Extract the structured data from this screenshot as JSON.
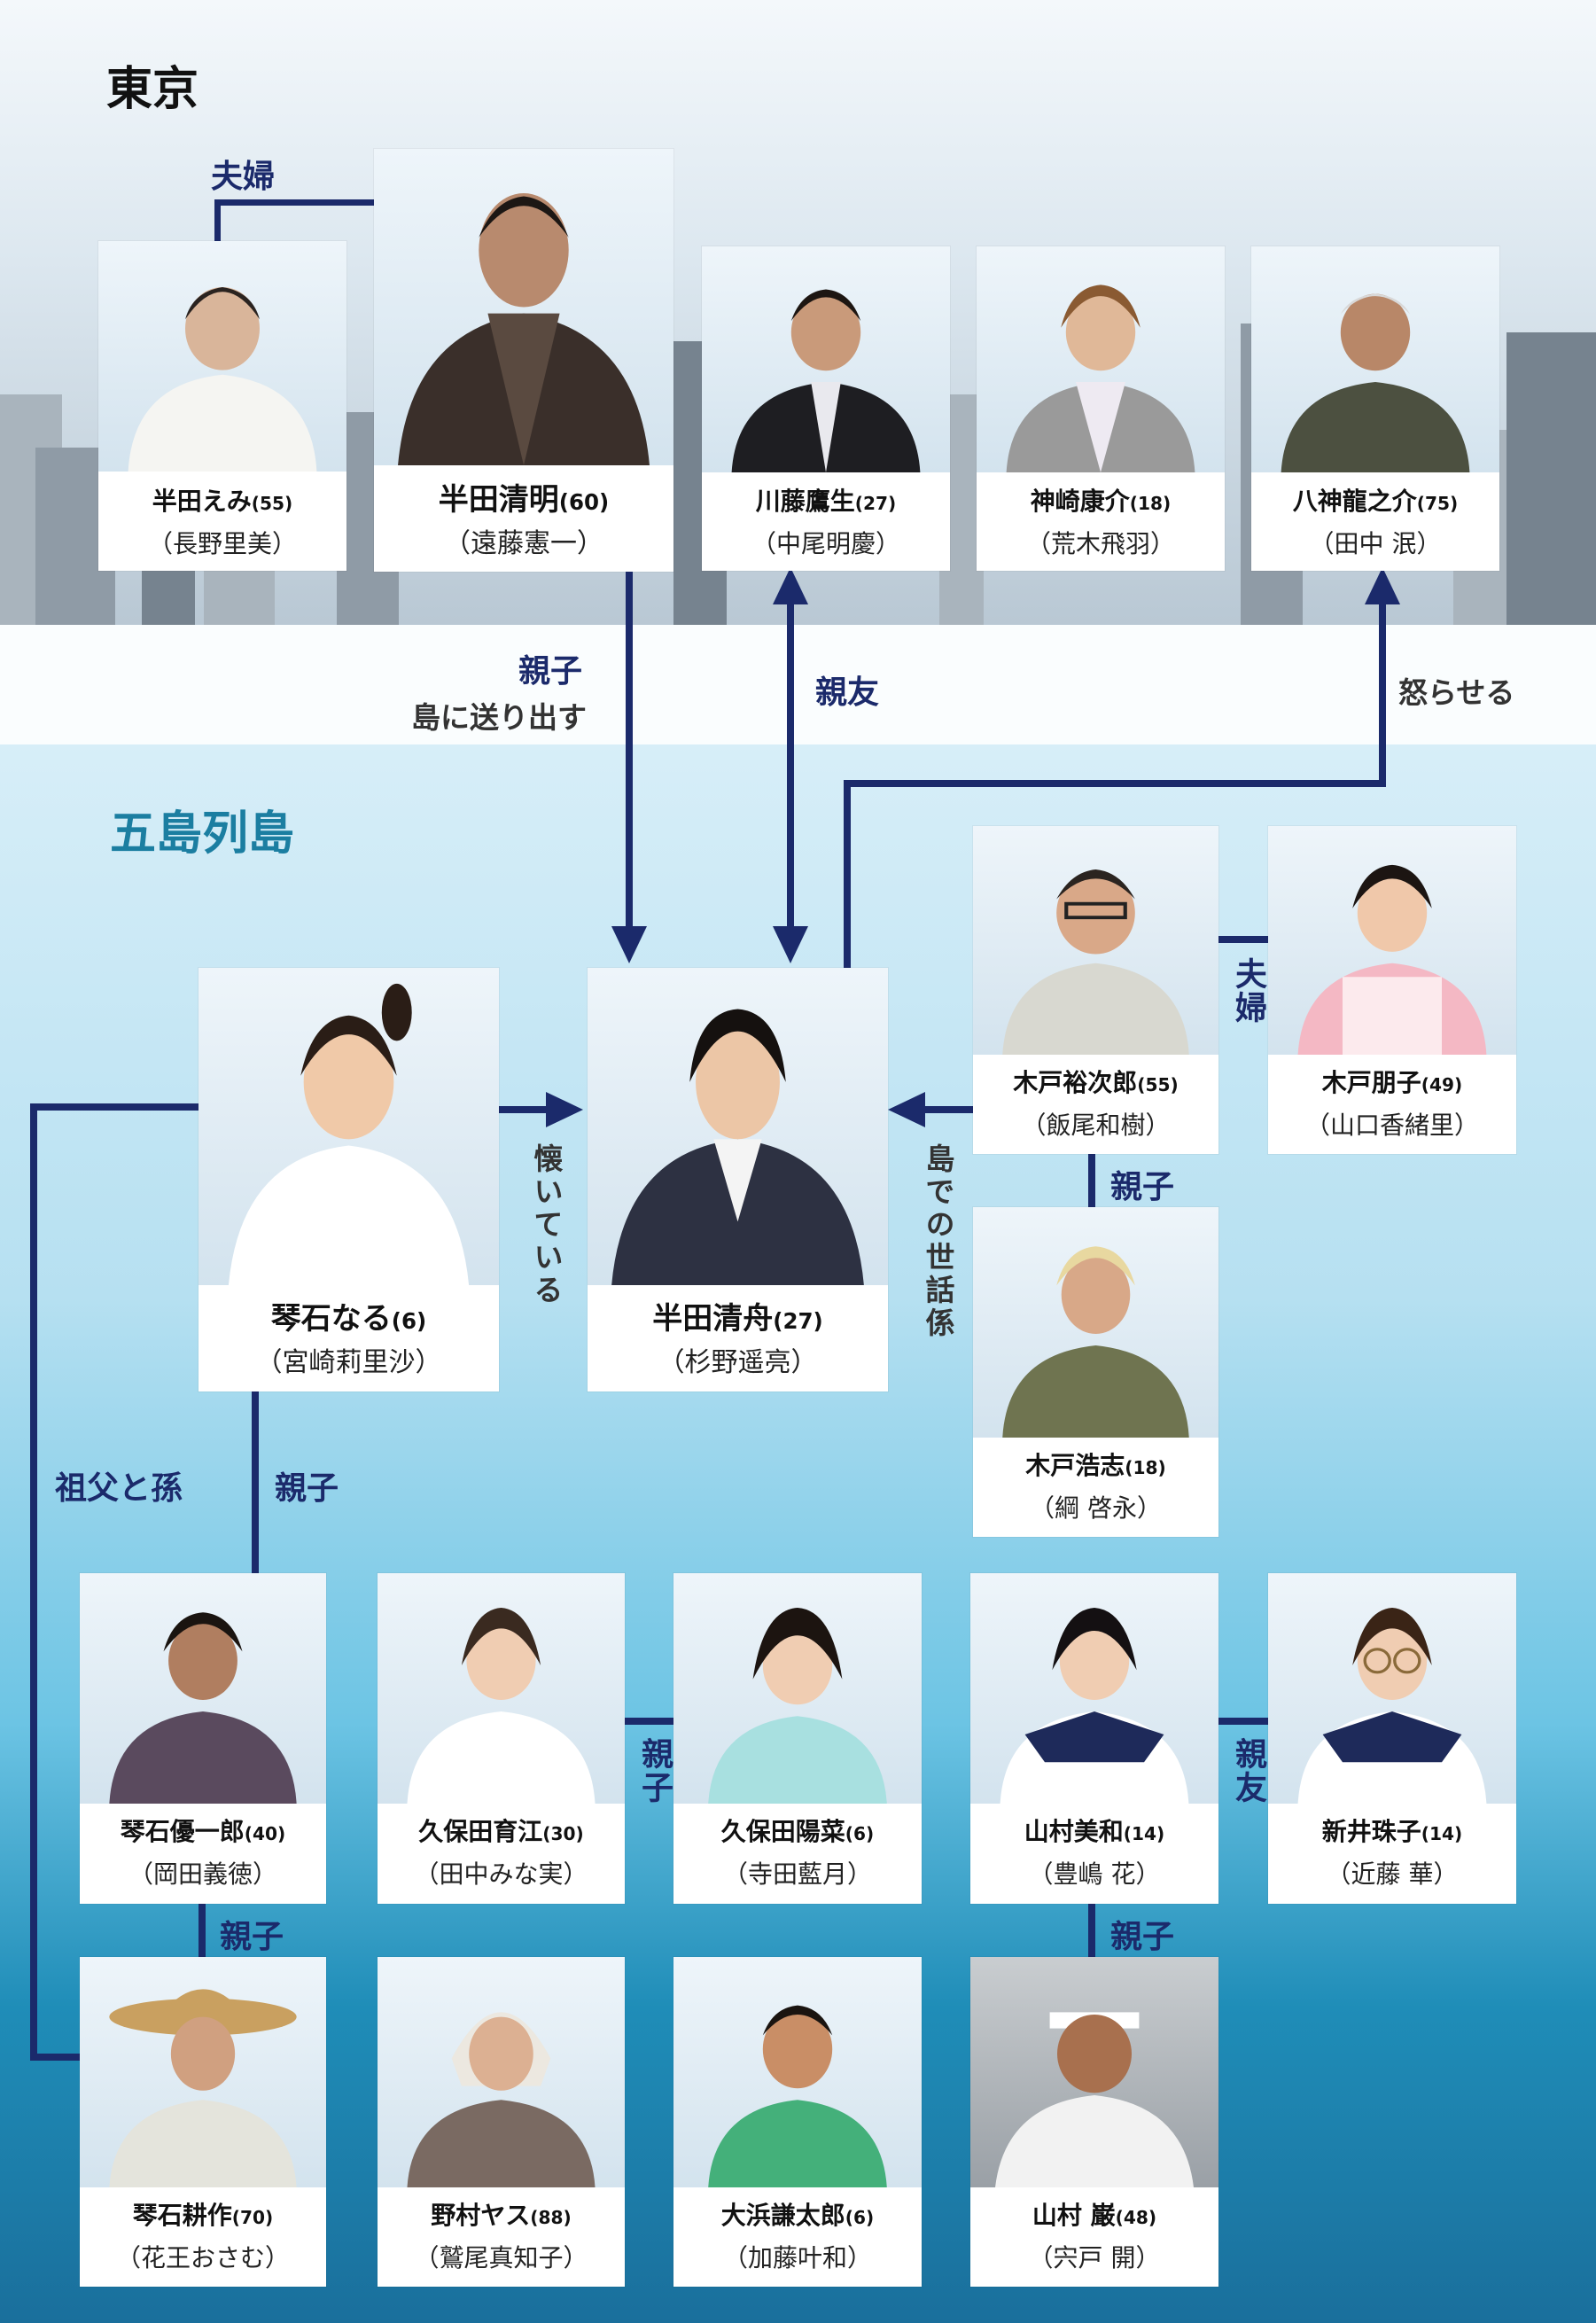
{
  "regions": {
    "tokyo": "東京",
    "goto": "五島列島"
  },
  "relations": {
    "fuufu_top": "夫婦",
    "oyako_send_1": "親子",
    "oyako_send_2": "島に送り出す",
    "shinyu": "親友",
    "okoraseru": "怒らせる",
    "fuufu_kido": "夫婦",
    "natsuiteiru": "懐いている",
    "sewagakari": "島での世話係",
    "oyako_kido": "親子",
    "sofu_mago": "祖父と孫",
    "oyako_naru": "親子",
    "oyako_kubota": "親子",
    "shinyu_girls": "親友",
    "oyako_kotoishi": "親子",
    "oyako_yamamura": "親子"
  },
  "characters": {
    "emi": {
      "name": "半田えみ",
      "age": "(55)",
      "actor": "（長野里美）"
    },
    "seimei": {
      "name": "半田清明",
      "age": "(60)",
      "actor": "（遠藤憲一）"
    },
    "kawafuji": {
      "name": "川藤鷹生",
      "age": "(27)",
      "actor": "（中尾明慶）"
    },
    "kanzaki": {
      "name": "神崎康介",
      "age": "(18)",
      "actor": "（荒木飛羽）"
    },
    "yagami": {
      "name": "八神龍之介",
      "age": "(75)",
      "actor": "（田中 泯）"
    },
    "naru": {
      "name": "琴石なる",
      "age": "(6)",
      "actor": "（宮崎莉里沙）"
    },
    "seishu": {
      "name": "半田清舟",
      "age": "(27)",
      "actor": "（杉野遥亮）"
    },
    "yujiro": {
      "name": "木戸裕次郎",
      "age": "(55)",
      "actor": "（飯尾和樹）"
    },
    "tomoko": {
      "name": "木戸朋子",
      "age": "(49)",
      "actor": "（山口香緒里）"
    },
    "hiroshi": {
      "name": "木戸浩志",
      "age": "(18)",
      "actor": "（綱 啓永）"
    },
    "yuichiro": {
      "name": "琴石優一郎",
      "age": "(40)",
      "actor": "（岡田義徳）"
    },
    "ikue": {
      "name": "久保田育江",
      "age": "(30)",
      "actor": "（田中みな実）"
    },
    "hina": {
      "name": "久保田陽菜",
      "age": "(6)",
      "actor": "（寺田藍月）"
    },
    "miwa": {
      "name": "山村美和",
      "age": "(14)",
      "actor": "（豊嶋 花）"
    },
    "tamako": {
      "name": "新井珠子",
      "age": "(14)",
      "actor": "（近藤 華）"
    },
    "kosaku": {
      "name": "琴石耕作",
      "age": "(70)",
      "actor": "（花王おさむ）"
    },
    "yasu": {
      "name": "野村ヤス",
      "age": "(88)",
      "actor": "（鷲尾真知子）"
    },
    "kentaro": {
      "name": "大浜謙太郎",
      "age": "(6)",
      "actor": "（加藤叶和）"
    },
    "iwao": {
      "name": "山村 巌",
      "age": "(48)",
      "actor": "（宍戸 開）"
    }
  },
  "colors": {
    "line": "#1b2a6b",
    "region_tokyo": "#111111",
    "region_goto": "#1b7ea1"
  }
}
